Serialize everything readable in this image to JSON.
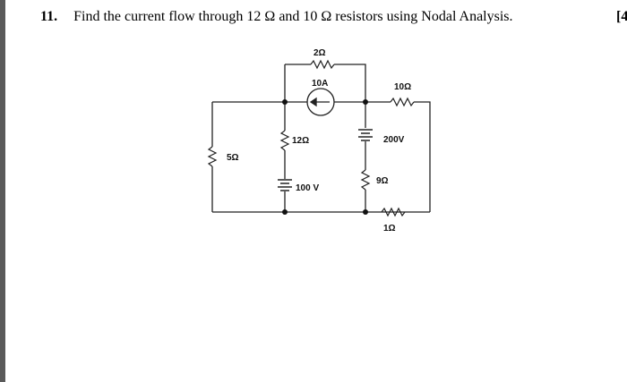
{
  "question": {
    "number": "11.",
    "text": "Find the current flow through 12 Ω and 10 Ω resistors using Nodal Analysis.",
    "marks": "[4"
  },
  "circuit": {
    "labels": {
      "r2": "2Ω",
      "i10": "10A",
      "r10": "10Ω",
      "r12": "12Ω",
      "v200": "200V",
      "r5": "5Ω",
      "r9": "9Ω",
      "v100": "100 V",
      "r1": "1Ω"
    }
  }
}
